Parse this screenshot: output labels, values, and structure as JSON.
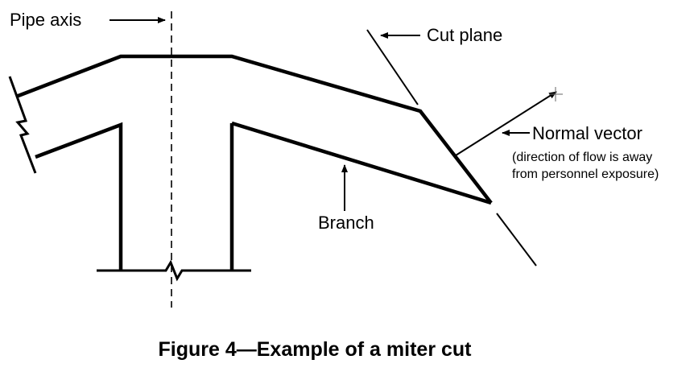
{
  "figure": {
    "caption": "Figure 4—Example of a miter cut"
  },
  "labels": {
    "pipe_axis": "Pipe axis",
    "cut_plane": "Cut plane",
    "normal_vector": "Normal vector",
    "flow_note_line1": "(direction of flow is away",
    "flow_note_line2": "from personnel exposure)",
    "branch": "Branch"
  },
  "colors": {
    "ink": "#000000",
    "background": "#ffffff"
  }
}
